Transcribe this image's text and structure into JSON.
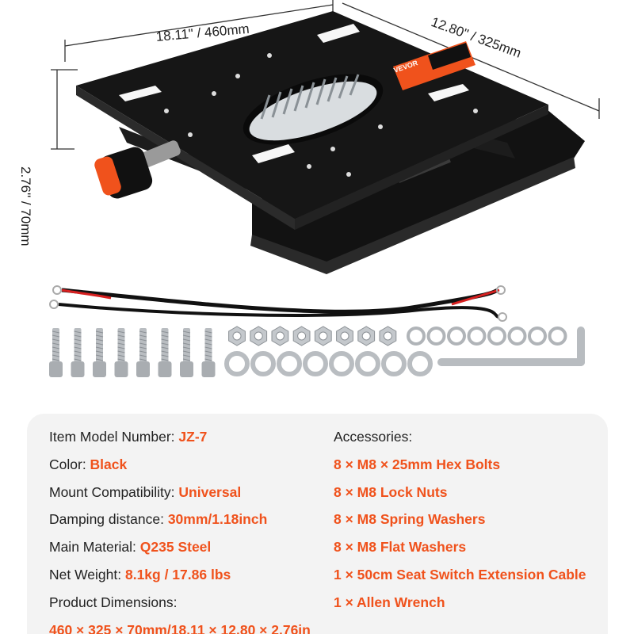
{
  "dimensions": {
    "width": "18.11\" / 460mm",
    "depth": "12.80\" / 325mm",
    "height": "2.76\" / 70mm"
  },
  "brand": {
    "logo_text": "VEVOR"
  },
  "specs": [
    {
      "label": "Item Model Number: ",
      "value": "JZ-7"
    },
    {
      "label": "Color: ",
      "value": "Black"
    },
    {
      "label": "Mount Compatibility: ",
      "value": "Universal"
    },
    {
      "label": "Damping distance: ",
      "value": "30mm/1.18inch"
    },
    {
      "label": "Main Material: ",
      "value": "Q235 Steel"
    },
    {
      "label": "Net Weight: ",
      "value": "8.1kg / 17.86 lbs"
    }
  ],
  "product_dimensions": {
    "label": "Product Dimensions:",
    "value": "460 × 325 × 70mm/18.11 × 12.80 × 2.76in"
  },
  "accessories": {
    "heading": "Accessories:",
    "items": [
      "8 × M8 × 25mm Hex Bolts",
      "8 × M8 Lock Nuts",
      "8 × M8 Spring Washers",
      "8 × M8 Flat Washers",
      "1 × 50cm Seat Switch Extension Cable",
      "1 × Allen Wrench"
    ]
  },
  "colors": {
    "accent": "#f0521c",
    "plate": "#1a1a1a",
    "panel": "#f3f3f3"
  }
}
